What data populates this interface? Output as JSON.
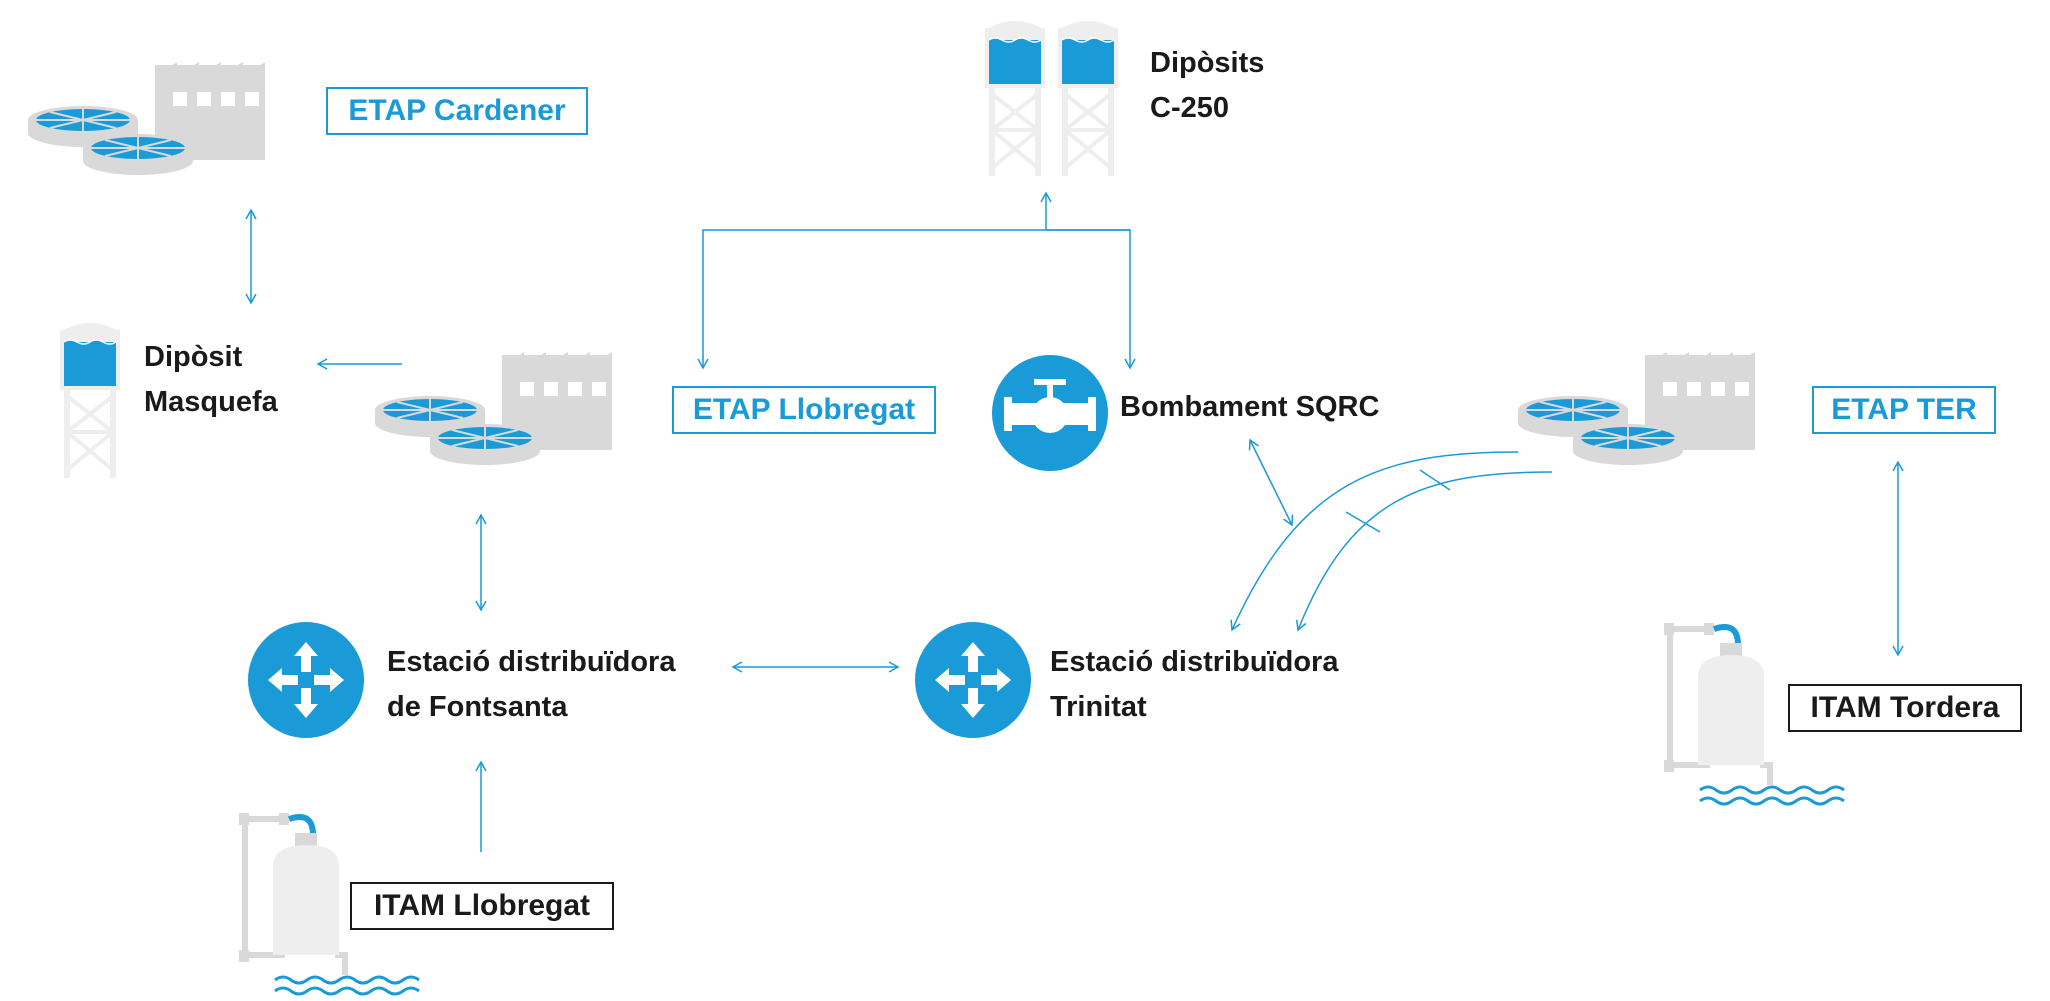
{
  "colors": {
    "accent": "#1a9ad6",
    "gray": "#d9d9d9",
    "text": "#1a1a1a"
  },
  "nodes": {
    "etap_cardener": "ETAP Cardener",
    "diposits_c250": {
      "line1": "Dipòsits",
      "line2": "C-250"
    },
    "diposit_masquefa": {
      "line1": "Dipòsit",
      "line2": "Masquefa"
    },
    "etap_llobregat": "ETAP Llobregat",
    "bombament_sqrc": "Bombament SQRC",
    "etap_ter": "ETAP TER",
    "estacio_fontsanta": {
      "line1": "Estació distribuïdora",
      "line2": "de Fontsanta"
    },
    "estacio_trinitat": {
      "line1": "Estació distribuïdora",
      "line2": "Trinitat"
    },
    "itam_llobregat": "ITAM Llobregat",
    "itam_tordera": "ITAM Tordera"
  },
  "icons": [
    "treatment-plant-icon",
    "water-tank-icon",
    "pump-valve-icon",
    "distribution-arrows-icon",
    "intake-pump-icon",
    "water-waves-icon"
  ]
}
